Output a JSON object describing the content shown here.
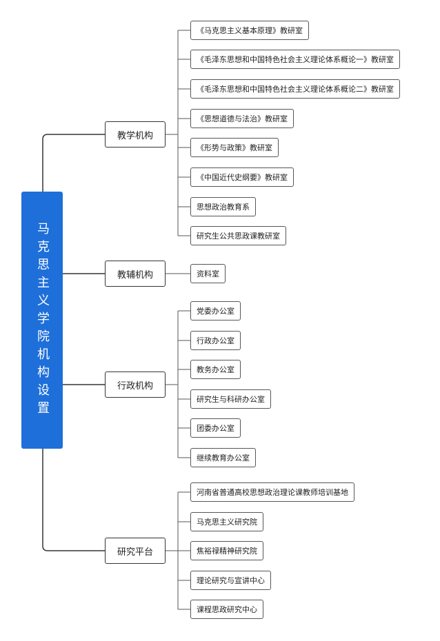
{
  "root": {
    "label": "马克思主义学院机构设置"
  },
  "branches": [
    {
      "label": "教学机构",
      "children": [
        "《马克思主义基本原理》教研室",
        "《毛泽东思想和中国特色社会主义理论体系概论一》教研室",
        "《毛泽东思想和中国特色社会主义理论体系概论二》教研室",
        "《思想道德与法治》教研室",
        "《形势与政策》教研室",
        "《中国近代史纲要》教研室",
        "思想政治教育系",
        "研究生公共思政课教研室"
      ]
    },
    {
      "label": "教辅机构",
      "children": [
        "资料室"
      ]
    },
    {
      "label": "行政机构",
      "children": [
        "党委办公室",
        "行政办公室",
        "教务办公室",
        "研究生与科研办公室",
        "团委办公室",
        "继续教育办公室"
      ]
    },
    {
      "label": "研究平台",
      "children": [
        "河南省普通高校思想政治理论课教师培训基地",
        "马克思主义研究院",
        "焦裕禄精神研究院",
        "理论研究与宣讲中心",
        "课程思政研究中心"
      ]
    }
  ]
}
